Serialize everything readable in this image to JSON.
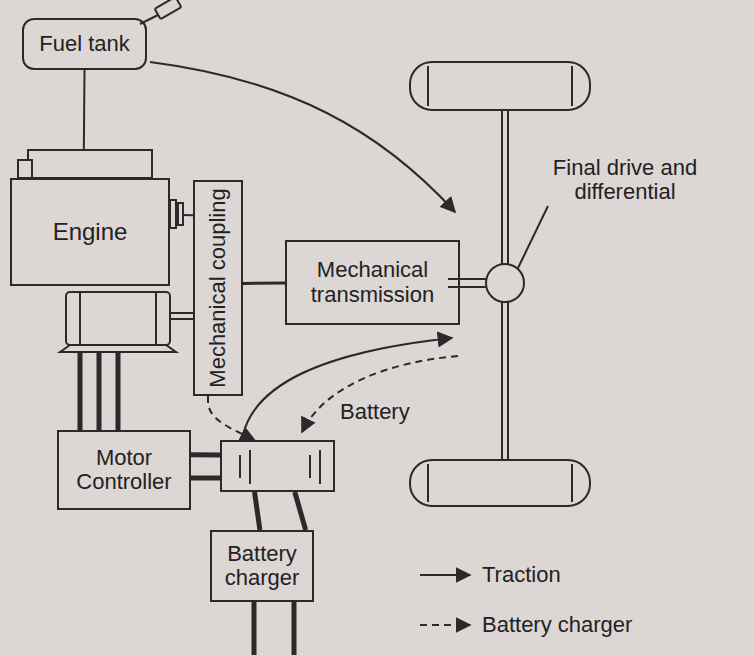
{
  "diagram": {
    "nodes": [
      {
        "text": [
          "Fuel tank"
        ]
      },
      {
        "text": [
          "Engine"
        ]
      },
      {
        "text": [
          "Mechanical coupling"
        ]
      },
      {
        "text": [
          "Mechanical transmission"
        ]
      },
      {
        "text": [
          "Motor Controller"
        ]
      },
      {
        "text": [
          "Battery"
        ]
      },
      {
        "text": [
          "Battery charger"
        ]
      }
    ],
    "edges": [
      {
        "from": 0,
        "to": 1,
        "arrow": "none"
      },
      {
        "from": 1,
        "to": 2,
        "arrow": "none"
      },
      {
        "from": 2,
        "to": 3,
        "arrow": "none"
      },
      {
        "from": 2,
        "to": 5,
        "arrow": "to"
      },
      {
        "from": 4,
        "to": 5,
        "arrow": "none"
      },
      {
        "from": 5,
        "to": 6,
        "arrow": "none"
      }
    ],
    "labels": [
      "Final drive and differential"
    ],
    "legend": [
      {
        "text": "Traction"
      },
      {
        "text": "Battery charger"
      }
    ]
  }
}
